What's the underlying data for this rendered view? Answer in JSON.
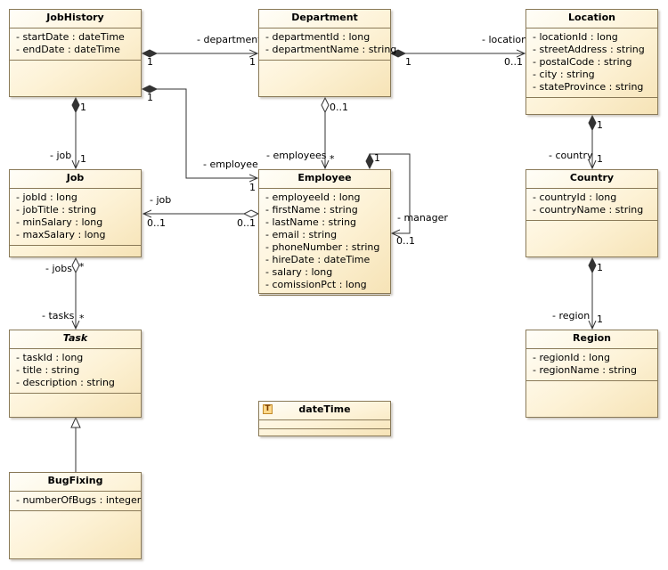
{
  "classes": {
    "jobhistory": {
      "name": "JobHistory",
      "attributes": [
        "- startDate : dateTime",
        "- endDate : dateTime"
      ]
    },
    "department": {
      "name": "Department",
      "attributes": [
        "- departmentId : long",
        "- departmentName : string"
      ]
    },
    "location": {
      "name": "Location",
      "attributes": [
        "- locationId : long",
        "- streetAddress : string",
        "- postalCode : string",
        "- city : string",
        "- stateProvince : string"
      ]
    },
    "job": {
      "name": "Job",
      "attributes": [
        "- jobId : long",
        "- jobTitle : string",
        "- minSalary : long",
        "- maxSalary : long"
      ]
    },
    "employee": {
      "name": "Employee",
      "attributes": [
        "- employeeId : long",
        "- firstName : string",
        "- lastName : string",
        "- email : string",
        "- phoneNumber : string",
        "- hireDate : dateTime",
        "- salary : long",
        "- comissionPct : long"
      ]
    },
    "country": {
      "name": "Country",
      "attributes": [
        "- countryId : long",
        "- countryName : string"
      ]
    },
    "task": {
      "name": "Task",
      "attributes": [
        "- taskId : long",
        "- title : string",
        "- description : string"
      ]
    },
    "region": {
      "name": "Region",
      "attributes": [
        "- regionId : long",
        "- regionName : string"
      ]
    },
    "bugfixing": {
      "name": "BugFixing",
      "attributes": [
        "- numberOfBugs : integer"
      ]
    },
    "datetime": {
      "name": "dateTime",
      "stereotype_icon": "T",
      "attributes": []
    }
  },
  "labels": {
    "jh_dept_role": "- department",
    "jh_dept_src": "1",
    "jh_dept_dst": "1",
    "dept_loc_role": "- location",
    "dept_loc_src": "1",
    "dept_loc_dst": "0..1",
    "jh_job_src": "1",
    "jh_job_role": "- job",
    "jh_job_dst": "1",
    "jh_emp_src": "1",
    "jh_emp_role": "- employee",
    "jh_emp_dst": "1",
    "dept_emp_src": "0..1",
    "dept_emp_role": "- employees",
    "dept_emp_dst": "*",
    "loc_country_src": "1",
    "loc_country_role": "- country",
    "loc_country_dst": "1",
    "emp_job_role": "- job",
    "emp_job_dst": "0..1",
    "emp_job_src": "0..1",
    "emp_mgr_src": "1",
    "emp_mgr_role": "- manager",
    "emp_mgr_dst": "0..1",
    "job_task_src_role": "- jobs",
    "job_task_src_mult": "*",
    "job_task_dst_role": "- tasks",
    "job_task_dst_mult": "*",
    "country_region_src": "1",
    "country_region_role": "- region",
    "country_region_dst": "1"
  },
  "colors": {
    "line": "#333333",
    "border": "#8a7a58",
    "fill_top": "#fffef8",
    "fill_bottom": "#f6e3b6",
    "template_icon": "#ffd98a"
  }
}
